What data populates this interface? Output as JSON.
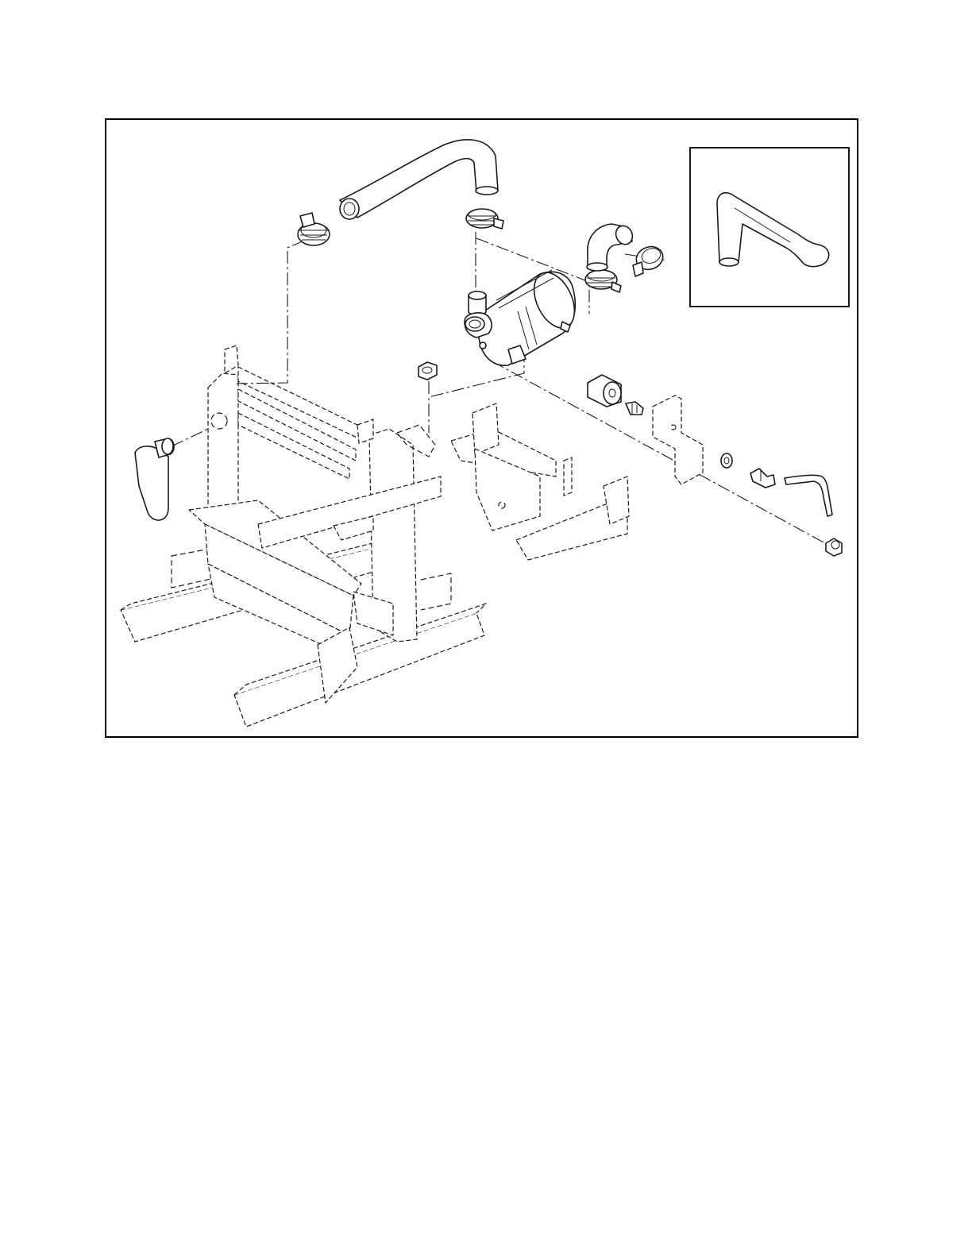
{
  "figure": {
    "type": "exploded-parts-illustration",
    "border_color": "#000000",
    "line_color": "#1a1a1a",
    "background": "#ffffff",
    "parts": [
      "upper-intake-hose",
      "hose-clamp",
      "elbow-hose",
      "air-cleaner-assembly",
      "flange-nut",
      "rubber-isolator",
      "fitting",
      "mounting-bracket",
      "washer",
      "elbow-fitting",
      "tube",
      "adapter-fitting",
      "precleaner-duct",
      "frame-structure-reference"
    ],
    "inset": "alternate-intake-hose-configuration"
  }
}
